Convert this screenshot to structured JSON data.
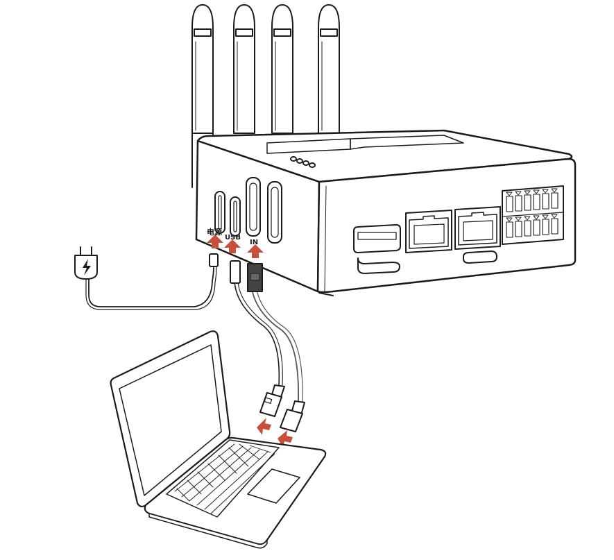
{
  "port_labels": {
    "power": "电源",
    "usb": "USB",
    "in": "IN"
  },
  "icons": {
    "plug": "power-plug-icon",
    "bolt": "lightning-bolt-icon"
  },
  "colors": {
    "arrow": "#c7503a",
    "line": "#1a1a1a",
    "hdmi_cable": "#555555",
    "background": "#ffffff"
  }
}
